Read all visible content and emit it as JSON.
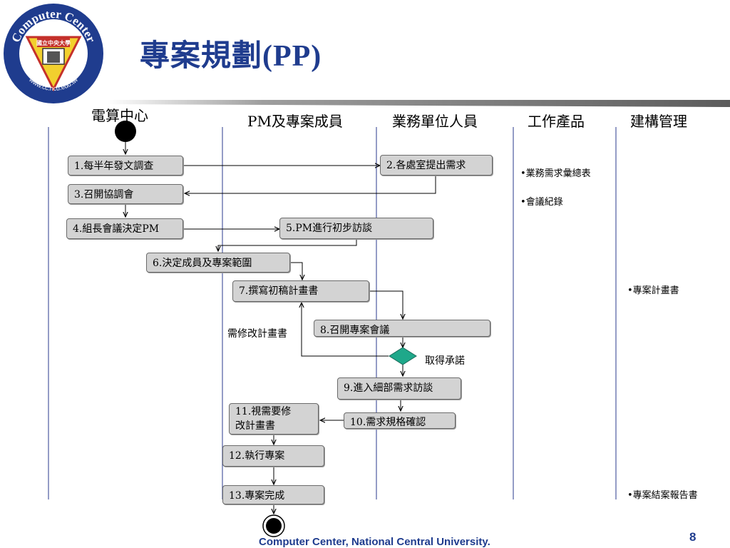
{
  "title": "專案規劃(PP)",
  "logo": {
    "ring_top_text": "Computer Center",
    "ring_bottom_text": "www.cc.ncu.edu.tw",
    "emblem_text": "國立中央大學"
  },
  "lanes": [
    "電算中心",
    "PM及專案成員",
    "業務單位人員",
    "工作產品",
    "建構管理"
  ],
  "steps": [
    "1.每半年發文調查",
    "2.各處室提出需求",
    "3.召開協調會",
    "4.組長會議決定PM",
    "5.PM進行初步訪談",
    "6.決定成員及專案範圍",
    "7.撰寫初稿計畫書",
    "8.召開專案會議",
    "9.進入細部需求訪談",
    "10.需求規格確認",
    "11.視需要修",
    "改計畫書",
    "12.執行專案",
    "13.專案完成"
  ],
  "decision": {
    "yes_label": "取得承諾",
    "no_label": "需修改計畫書"
  },
  "work_products": [
    "•業務需求彙總表",
    "•會議紀錄"
  ],
  "config_mgmt": [
    "•專案計畫書",
    "•專案結案報告書"
  ],
  "footer": "Computer Center, National Central University.",
  "page_number": "8",
  "colors": {
    "title": "#1f3c8e",
    "lane_line": "#2a3a8c",
    "decision": "#1fa88a",
    "box": "#d3d3d3"
  }
}
